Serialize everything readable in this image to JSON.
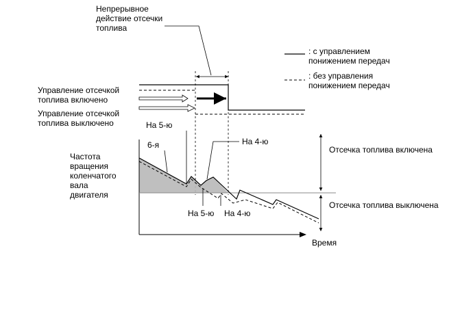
{
  "annotation": {
    "continuous_cut": [
      "Непрерывное",
      "действие отсечки",
      "топлива"
    ]
  },
  "legend": {
    "with_control": [
      ": с управлением",
      "понижением передач"
    ],
    "without_control": [
      ": без управления",
      "понижением передач"
    ]
  },
  "control_signal": {
    "on": [
      "Управление отсечкой",
      "топлива включено"
    ],
    "off": [
      "Управление отсечкой",
      "топлива выключено"
    ]
  },
  "gear_labels": {
    "fifth_top": "На 5-ю",
    "sixth": "6-я",
    "fourth_top": "На 4-ю",
    "fifth_bottom": "На 5-ю",
    "fourth_bottom": "На 4-ю"
  },
  "axes": {
    "y_label": [
      "Частота",
      "вращения",
      "коленчатого",
      "вала",
      "двигателя"
    ],
    "x_label": "Время"
  },
  "zones": {
    "cut_on": "Отсечка топлива включена",
    "cut_off": "Отсечка топлива выключена"
  }
}
